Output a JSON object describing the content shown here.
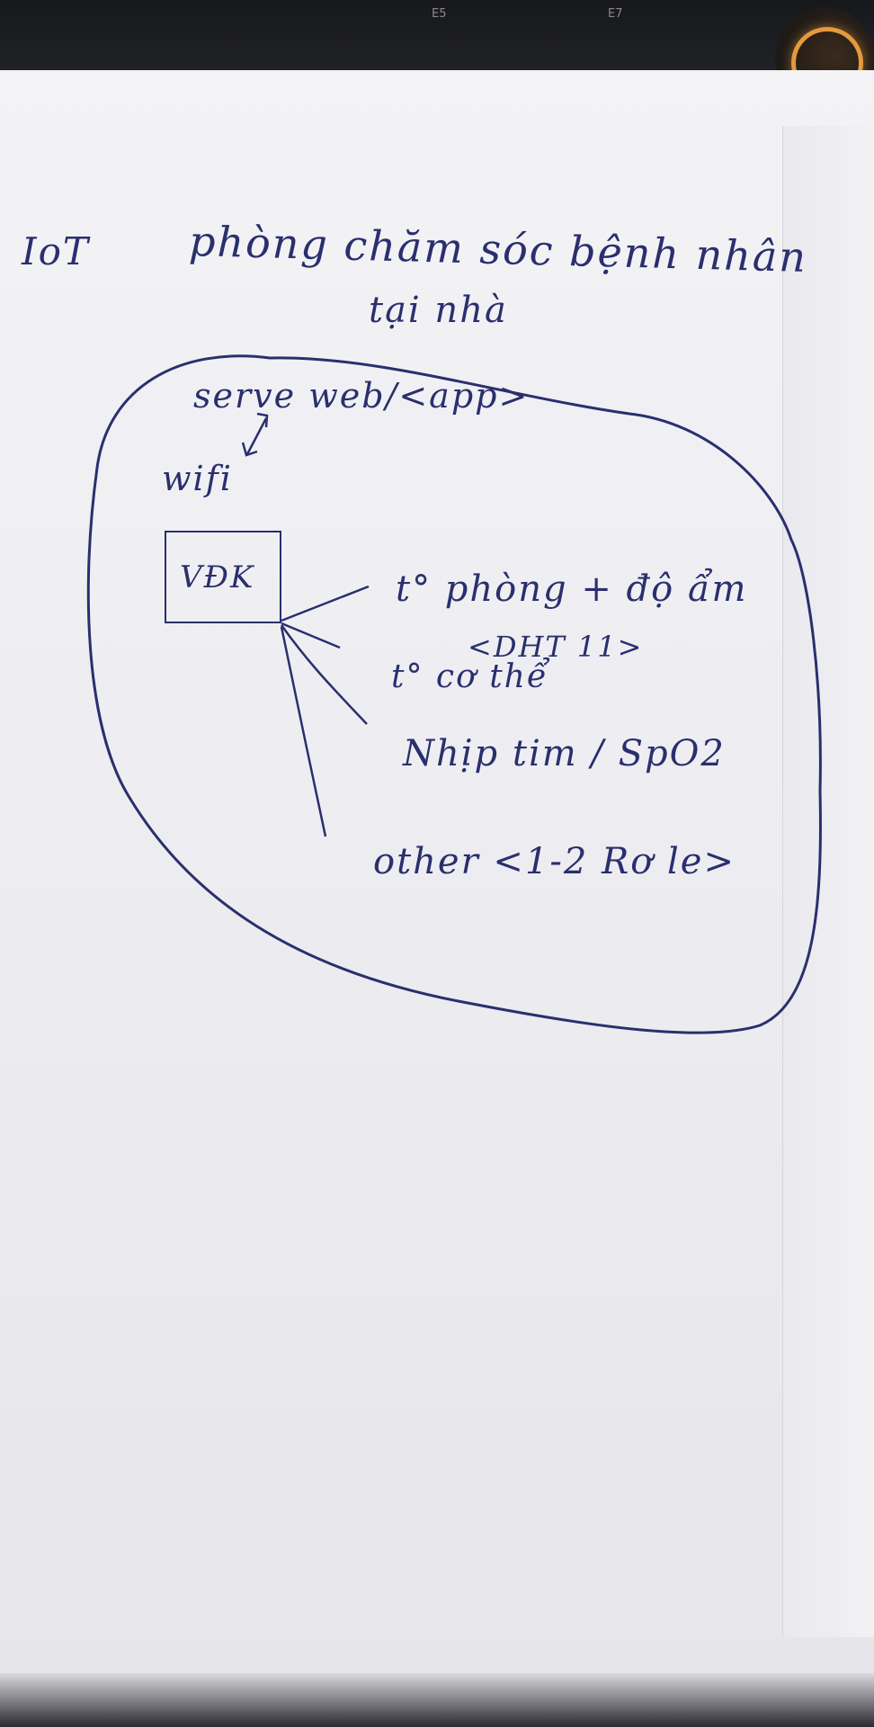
{
  "top_strip": {
    "keys": [
      "E5",
      "E7"
    ]
  },
  "note": {
    "title_left": "IoT",
    "title_main": "phòng chăm sóc bệnh nhân",
    "title_sub": "tại nhà",
    "server_label": "serve web/<app>",
    "wifi_label": "wifi",
    "mcu_label": "VĐK",
    "sensors": [
      {
        "label": "t° phòng + độ ẩm",
        "detail": "<DHT 11>"
      },
      {
        "label": "t° cơ thể"
      },
      {
        "label": "Nhịp tim / SpO2"
      },
      {
        "label": "other <1-2 Rơ le>"
      }
    ],
    "ink_color": "#2a2f6e"
  }
}
